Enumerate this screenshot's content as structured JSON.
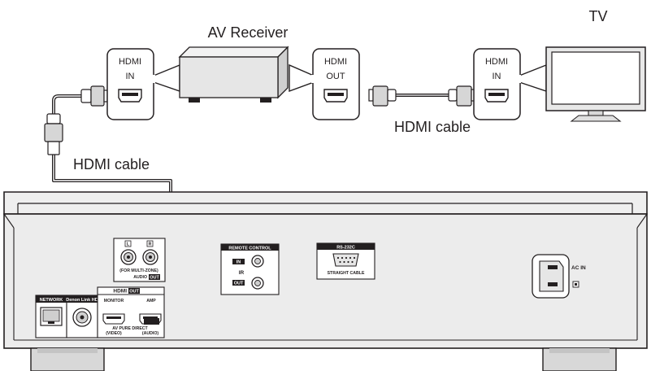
{
  "labels": {
    "av_receiver": "AV Receiver",
    "tv": "TV",
    "hdmi_cable_top": "HDMI cable",
    "hdmi_cable_left": "HDMI cable"
  },
  "boxes": {
    "receiver_in": {
      "line1": "HDMI",
      "line2": "IN"
    },
    "receiver_out": {
      "line1": "HDMI",
      "line2": "OUT"
    },
    "tv_in": {
      "line1": "HDMI",
      "line2": "IN"
    }
  },
  "panel": {
    "network": "NETWORK",
    "denon_link": "Denon Link HD",
    "hdmi_out_prefix": "HDMI",
    "hdmi_out_badge": "OUT",
    "monitor": "MONITOR",
    "amp": "AMP",
    "av_pure_direct": "AV PURE DIRECT",
    "video": "(VIDEO)",
    "audio": "(AUDIO)",
    "multi_zone": "(FOR MULTI-ZONE)",
    "audio_out_prefix": "AUDIO",
    "audio_out_badge": "OUT",
    "ch_left": "L",
    "ch_right": "R",
    "remote_control": "REMOTE CONTROL",
    "ir_in": "IN",
    "ir": "IR",
    "ir_out": "OUT",
    "rs232c": "RS-232C",
    "straight_cable": "STRAIGHT CABLE",
    "ac_in": "AC IN"
  },
  "colors": {
    "line": "#231f20",
    "panel_fill": "#efefef",
    "panel_inner": "#e4e4e4",
    "cable": "#231f20"
  }
}
